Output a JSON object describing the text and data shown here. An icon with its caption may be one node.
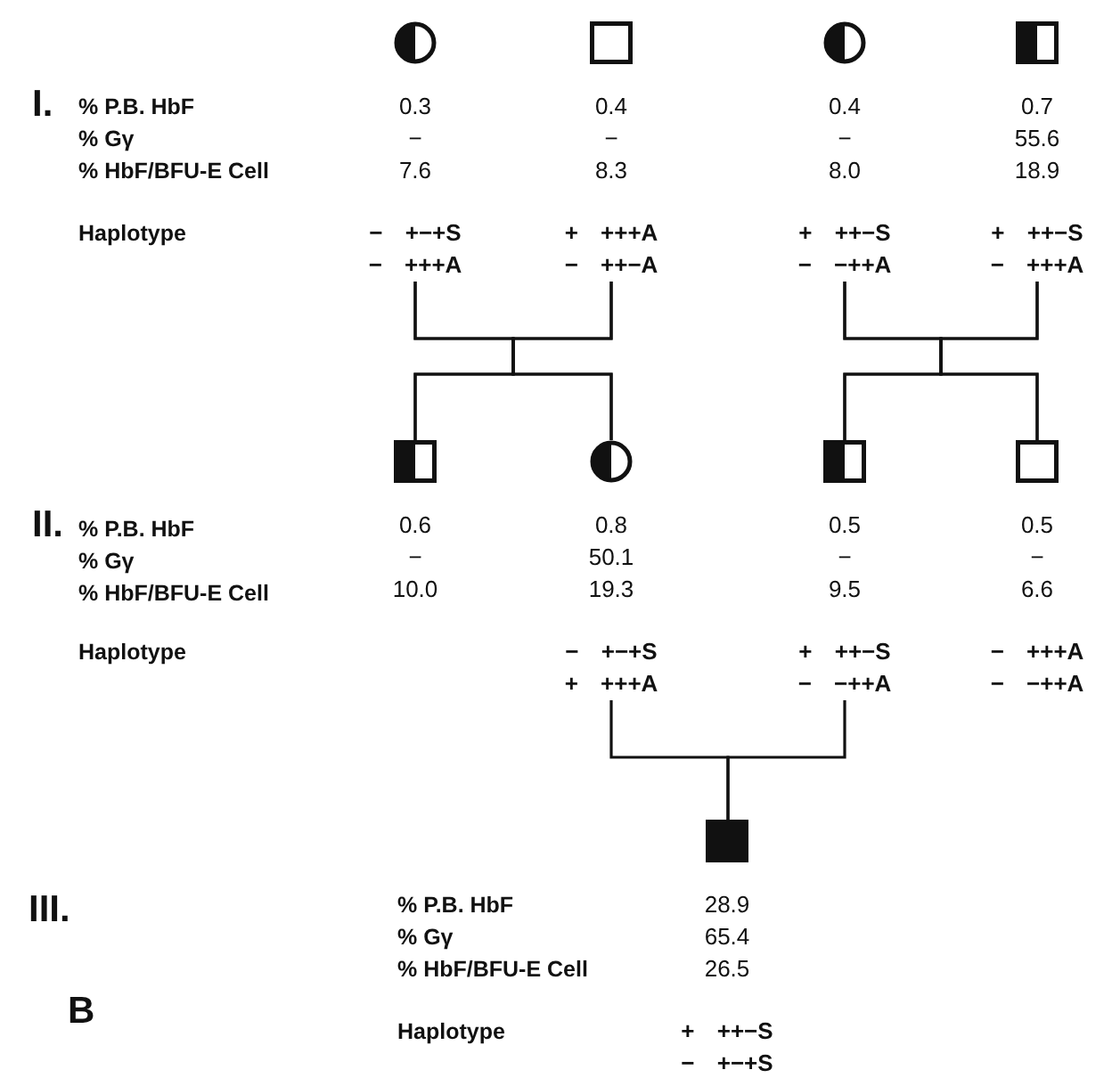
{
  "diagram": {
    "nodes": [
      {
        "text": [],
        "shape": "circle",
        "beside": [
          "0.3",
          "−",
          "7.6",
          "− +−+S",
          "− +++A"
        ]
      },
      {
        "text": [],
        "shape": "box",
        "beside": [
          "0.4",
          "−",
          "8.3",
          "+ +++A",
          "− ++−A"
        ]
      },
      {
        "text": [],
        "shape": "circle",
        "beside": [
          "0.4",
          "−",
          "8.0",
          "+ ++−S",
          "− −++A"
        ]
      },
      {
        "text": [],
        "shape": "box",
        "beside": [
          "0.7",
          "55.6",
          "18.9",
          "+ ++−S",
          "− +++A"
        ]
      },
      {
        "text": [],
        "shape": "box",
        "beside": [
          "0.6",
          "−",
          "10.0"
        ]
      },
      {
        "text": [],
        "shape": "circle",
        "beside": [
          "0.8",
          "50.1",
          "19.3",
          "− +−+S",
          "+ +++A"
        ]
      },
      {
        "text": [],
        "shape": "box",
        "beside": [
          "0.5",
          "−",
          "9.5",
          "+ ++−S",
          "− −++A"
        ]
      },
      {
        "text": [],
        "shape": "box",
        "beside": [
          "0.5",
          "−",
          "6.6",
          "− +++A",
          "− −++A"
        ]
      },
      {
        "text": [],
        "shape": "box",
        "beside": [
          "28.9",
          "65.4",
          "26.5",
          "+ ++−S",
          "− +−+S"
        ]
      }
    ],
    "edges": [
      {
        "from": 0,
        "to": 4,
        "arrow": "none"
      },
      {
        "from": 0,
        "to": 5,
        "arrow": "none"
      },
      {
        "from": 1,
        "to": 4,
        "arrow": "none"
      },
      {
        "from": 1,
        "to": 5,
        "arrow": "none"
      },
      {
        "from": 2,
        "to": 6,
        "arrow": "none"
      },
      {
        "from": 2,
        "to": 7,
        "arrow": "none"
      },
      {
        "from": 3,
        "to": 6,
        "arrow": "none"
      },
      {
        "from": 3,
        "to": 7,
        "arrow": "none"
      },
      {
        "from": 5,
        "to": 8,
        "arrow": "none"
      },
      {
        "from": 6,
        "to": 8,
        "arrow": "none"
      }
    ],
    "labels": [
      "I.",
      "% P.B. HbF",
      "% Gγ",
      "% HbF/BFU-E Cell",
      "Haplotype",
      "II.",
      "% P.B. HbF",
      "% Gγ",
      "% HbF/BFU-E Cell",
      "Haplotype",
      "III.",
      "% P.B. HbF",
      "% Gγ",
      "% HbF/BFU-E Cell",
      "B",
      "Haplotype"
    ]
  }
}
